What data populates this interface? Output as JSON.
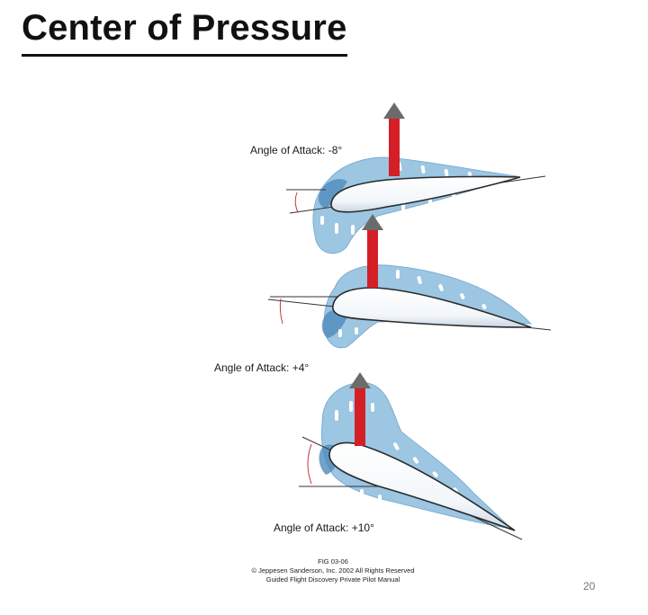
{
  "slide": {
    "title": "Center of Pressure",
    "page_number": "20"
  },
  "figure": {
    "labels": {
      "aoa_1": "Angle of Attack:  -8°",
      "aoa_2": "Angle of Attack:  +4°",
      "aoa_3": "Angle of Attack:  +10°"
    },
    "credits": {
      "fig_id": "FIG 03-06",
      "copyright": "© Jeppesen Sanderson, Inc. 2002 All Rights Reserved",
      "source": "Guided Flight Discovery Private Pilot Manual"
    },
    "colors": {
      "pressure_field": "#9cc6e2",
      "pressure_dark": "#4a86b8",
      "lift_arrow": "#d41f26",
      "arrow_head": "#6b6b6b"
    }
  }
}
